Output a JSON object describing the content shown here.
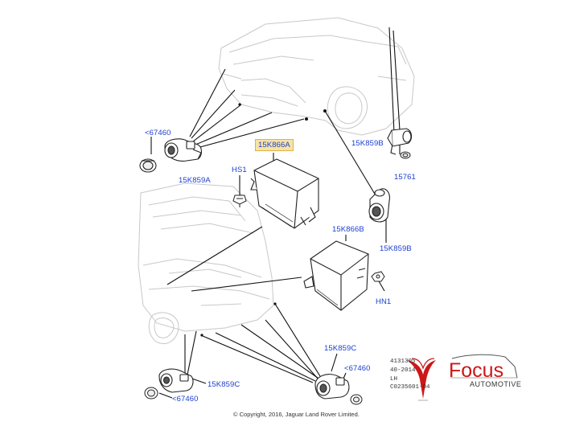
{
  "callouts": {
    "c67460_top": "<67460",
    "c15K859A": "15K859A",
    "c15K866A": "15K866A",
    "cHS1": "HS1",
    "c15K859B": "15K859B",
    "c15761": "15761",
    "c15K866B": "15K866B",
    "c15K859B_lower": "15K859B",
    "cHN1": "HN1",
    "c15K859C_left": "15K859C",
    "c67460_bl": "<67460",
    "c15K859C_right": "15K859C",
    "c67460_br": "<67460"
  },
  "meta": {
    "line1": "4131305",
    "line2": "40-2014",
    "line3": "LH",
    "line4": "C0235601-04"
  },
  "copyright": "© Copyright, 2016, Jaguar Land Rover Limited.",
  "brand": {
    "name": "Focus",
    "tagline": "AUTOMOTIVE"
  },
  "colors": {
    "callout_text": "#1a3fd0",
    "highlight_fill": "#f6e3a6",
    "brand_red": "#cc1717",
    "line_art": "#222222",
    "ghost_art": "#c8c8c8"
  }
}
